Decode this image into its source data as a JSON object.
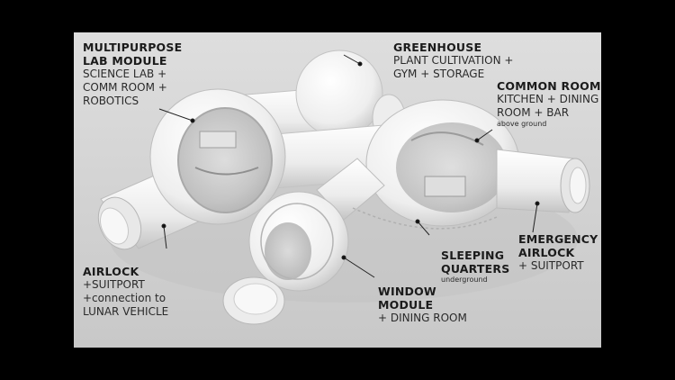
{
  "labels": {
    "multipurpose": {
      "title_l1": "MULTIPURPOSE",
      "title_l2": "LAB MODULE",
      "line1": "SCIENCE LAB +",
      "line2": "COMM ROOM +",
      "line3": "ROBOTICS"
    },
    "greenhouse": {
      "title": "GREENHOUSE",
      "line1": "PLANT CULTIVATION +",
      "line2": "GYM + STORAGE"
    },
    "common_room": {
      "title": "COMMON ROOM",
      "line1": "KITCHEN + DINING",
      "line2": "ROOM + BAR",
      "note": "above ground"
    },
    "airlock": {
      "title": "AIRLOCK",
      "line1": "+SUITPORT",
      "line2": "+connection to",
      "line3": "LUNAR VEHICLE"
    },
    "sleeping": {
      "title_l1": "SLEEPING",
      "title_l2": "QUARTERS",
      "note": "underground"
    },
    "window": {
      "title_l1": "WINDOW",
      "title_l2": "MODULE",
      "line1": "+ DINING ROOM"
    },
    "emergency": {
      "title_l1": "EMERGENCY",
      "title_l2": "AIRLOCK",
      "line1": "+ SUITPORT"
    }
  },
  "colors": {
    "background": "#000000",
    "panel": "#d8d8d8",
    "module": "#f2f2f2",
    "leader": "#222222",
    "dot": "#111111"
  }
}
